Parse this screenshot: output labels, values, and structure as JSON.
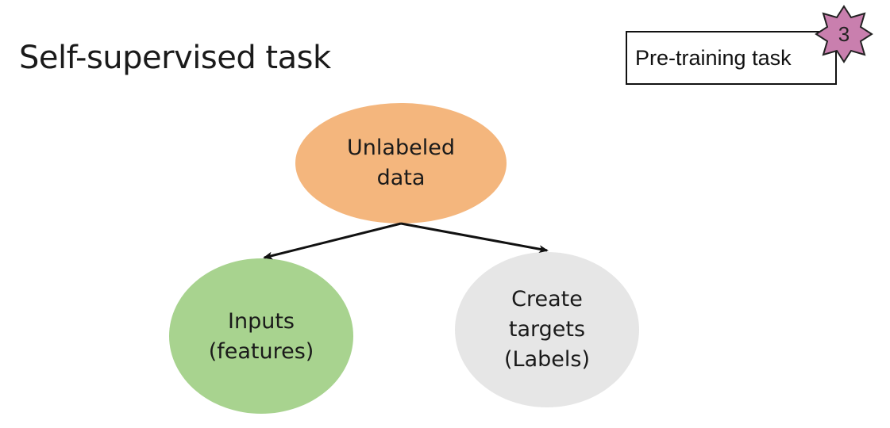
{
  "slide": {
    "title": "Self-supervised task"
  },
  "tag": {
    "label": "Pre-training task",
    "badge_number": "3",
    "badge_color": "#c97fae"
  },
  "diagram": {
    "source_node": {
      "lines": [
        "Unlabeled",
        "data"
      ],
      "color": "#f4b67d"
    },
    "left_node": {
      "lines": [
        "Inputs",
        "(features)"
      ],
      "color": "#a8d38f"
    },
    "right_node": {
      "lines": [
        "Create",
        "targets",
        "(Labels)"
      ],
      "color": "#e6e6e6"
    }
  }
}
